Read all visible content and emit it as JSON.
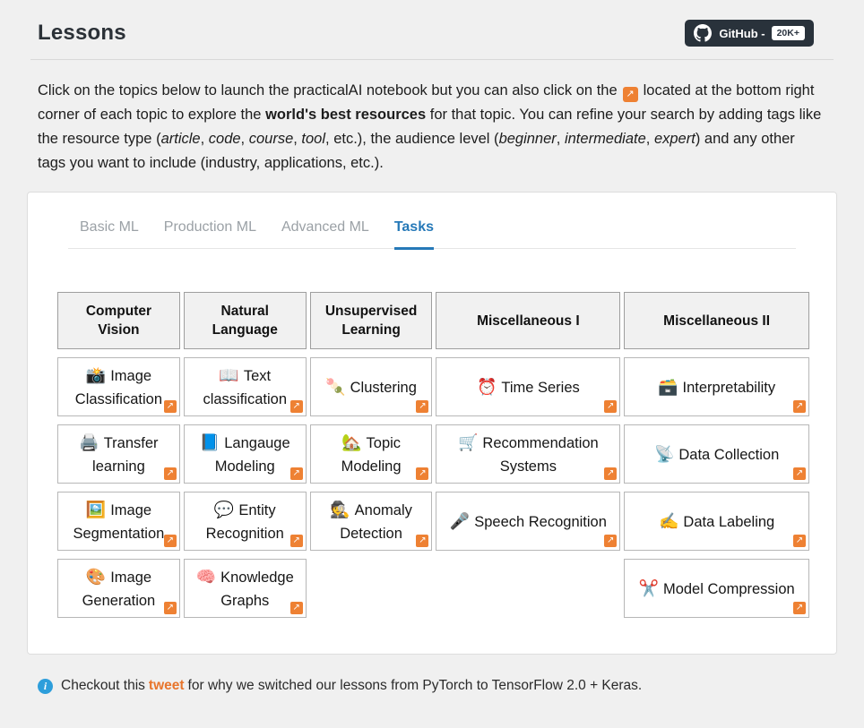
{
  "header": {
    "title": "Lessons",
    "github_label": "GitHub -",
    "github_stars": "20K+"
  },
  "intro": {
    "seg1": "Click on the topics below to launch the practicalAI notebook but you can also click on the",
    "seg2": "located at the bottom right corner of each topic to explore the ",
    "bold1": "world's best resources",
    "seg3": " for that topic. You can refine your search by adding tags like the resource type (",
    "it1": "article",
    "it2": "code",
    "it3": "course",
    "it4": "tool",
    "seg4": ", etc.), the audience level (",
    "it5": "beginner",
    "it6": "intermediate",
    "it7": "expert",
    "seg5": ") and any other tags you want to include (industry, applications, etc.).",
    "comma": ", "
  },
  "tabs": [
    {
      "label": "Basic ML",
      "active": false
    },
    {
      "label": "Production ML",
      "active": false
    },
    {
      "label": "Advanced ML",
      "active": false
    },
    {
      "label": "Tasks",
      "active": true
    }
  ],
  "columns": [
    {
      "header": "Computer Vision",
      "tasks": [
        {
          "emoji": "📸",
          "label": "Image Classification"
        },
        {
          "emoji": "🖨️",
          "label": "Transfer learning"
        },
        {
          "emoji": "🖼️",
          "label": "Image Segmentation"
        },
        {
          "emoji": "🎨",
          "label": "Image Generation"
        }
      ]
    },
    {
      "header": "Natural Language",
      "tasks": [
        {
          "emoji": "📖",
          "label": "Text classification"
        },
        {
          "emoji": "📘",
          "label": "Langauge Modeling"
        },
        {
          "emoji": "💬",
          "label": "Entity Recognition"
        },
        {
          "emoji": "🧠",
          "label": "Knowledge Graphs"
        }
      ]
    },
    {
      "header": "Unsupervised Learning",
      "tasks": [
        {
          "emoji": "🍡",
          "label": "Clustering"
        },
        {
          "emoji": "🏡",
          "label": "Topic Modeling"
        },
        {
          "emoji": "🕵️",
          "label": "Anomaly Detection"
        }
      ]
    },
    {
      "header": "Miscellaneous I",
      "tasks": [
        {
          "emoji": "⏰",
          "label": "Time Series"
        },
        {
          "emoji": "🛒",
          "label": "Recommendation Systems"
        },
        {
          "emoji": "🎤",
          "label": "Speech Recognition"
        }
      ]
    },
    {
      "header": "Miscellaneous II",
      "tasks": [
        {
          "emoji": "🗃️",
          "label": "Interpretability"
        },
        {
          "emoji": "📡",
          "label": "Data Collection"
        },
        {
          "emoji": "✍️",
          "label": "Data Labeling"
        },
        {
          "emoji": "✂️",
          "label": "Model Compression"
        }
      ]
    }
  ],
  "footer": {
    "seg1": "Checkout this",
    "link_label": "tweet",
    "seg2": "for why we switched our lessons from PyTorch to TensorFlow 2.0 + Keras."
  },
  "icons": {
    "launch_arrow": "↗",
    "info": "i"
  },
  "colors": {
    "accent_blue": "#2679b8",
    "accent_orange": "#ee8133",
    "link_orange": "#e8752c",
    "github_dark": "#29323b",
    "info_blue": "#2d9edb",
    "page_bg": "#f0f0f0"
  }
}
